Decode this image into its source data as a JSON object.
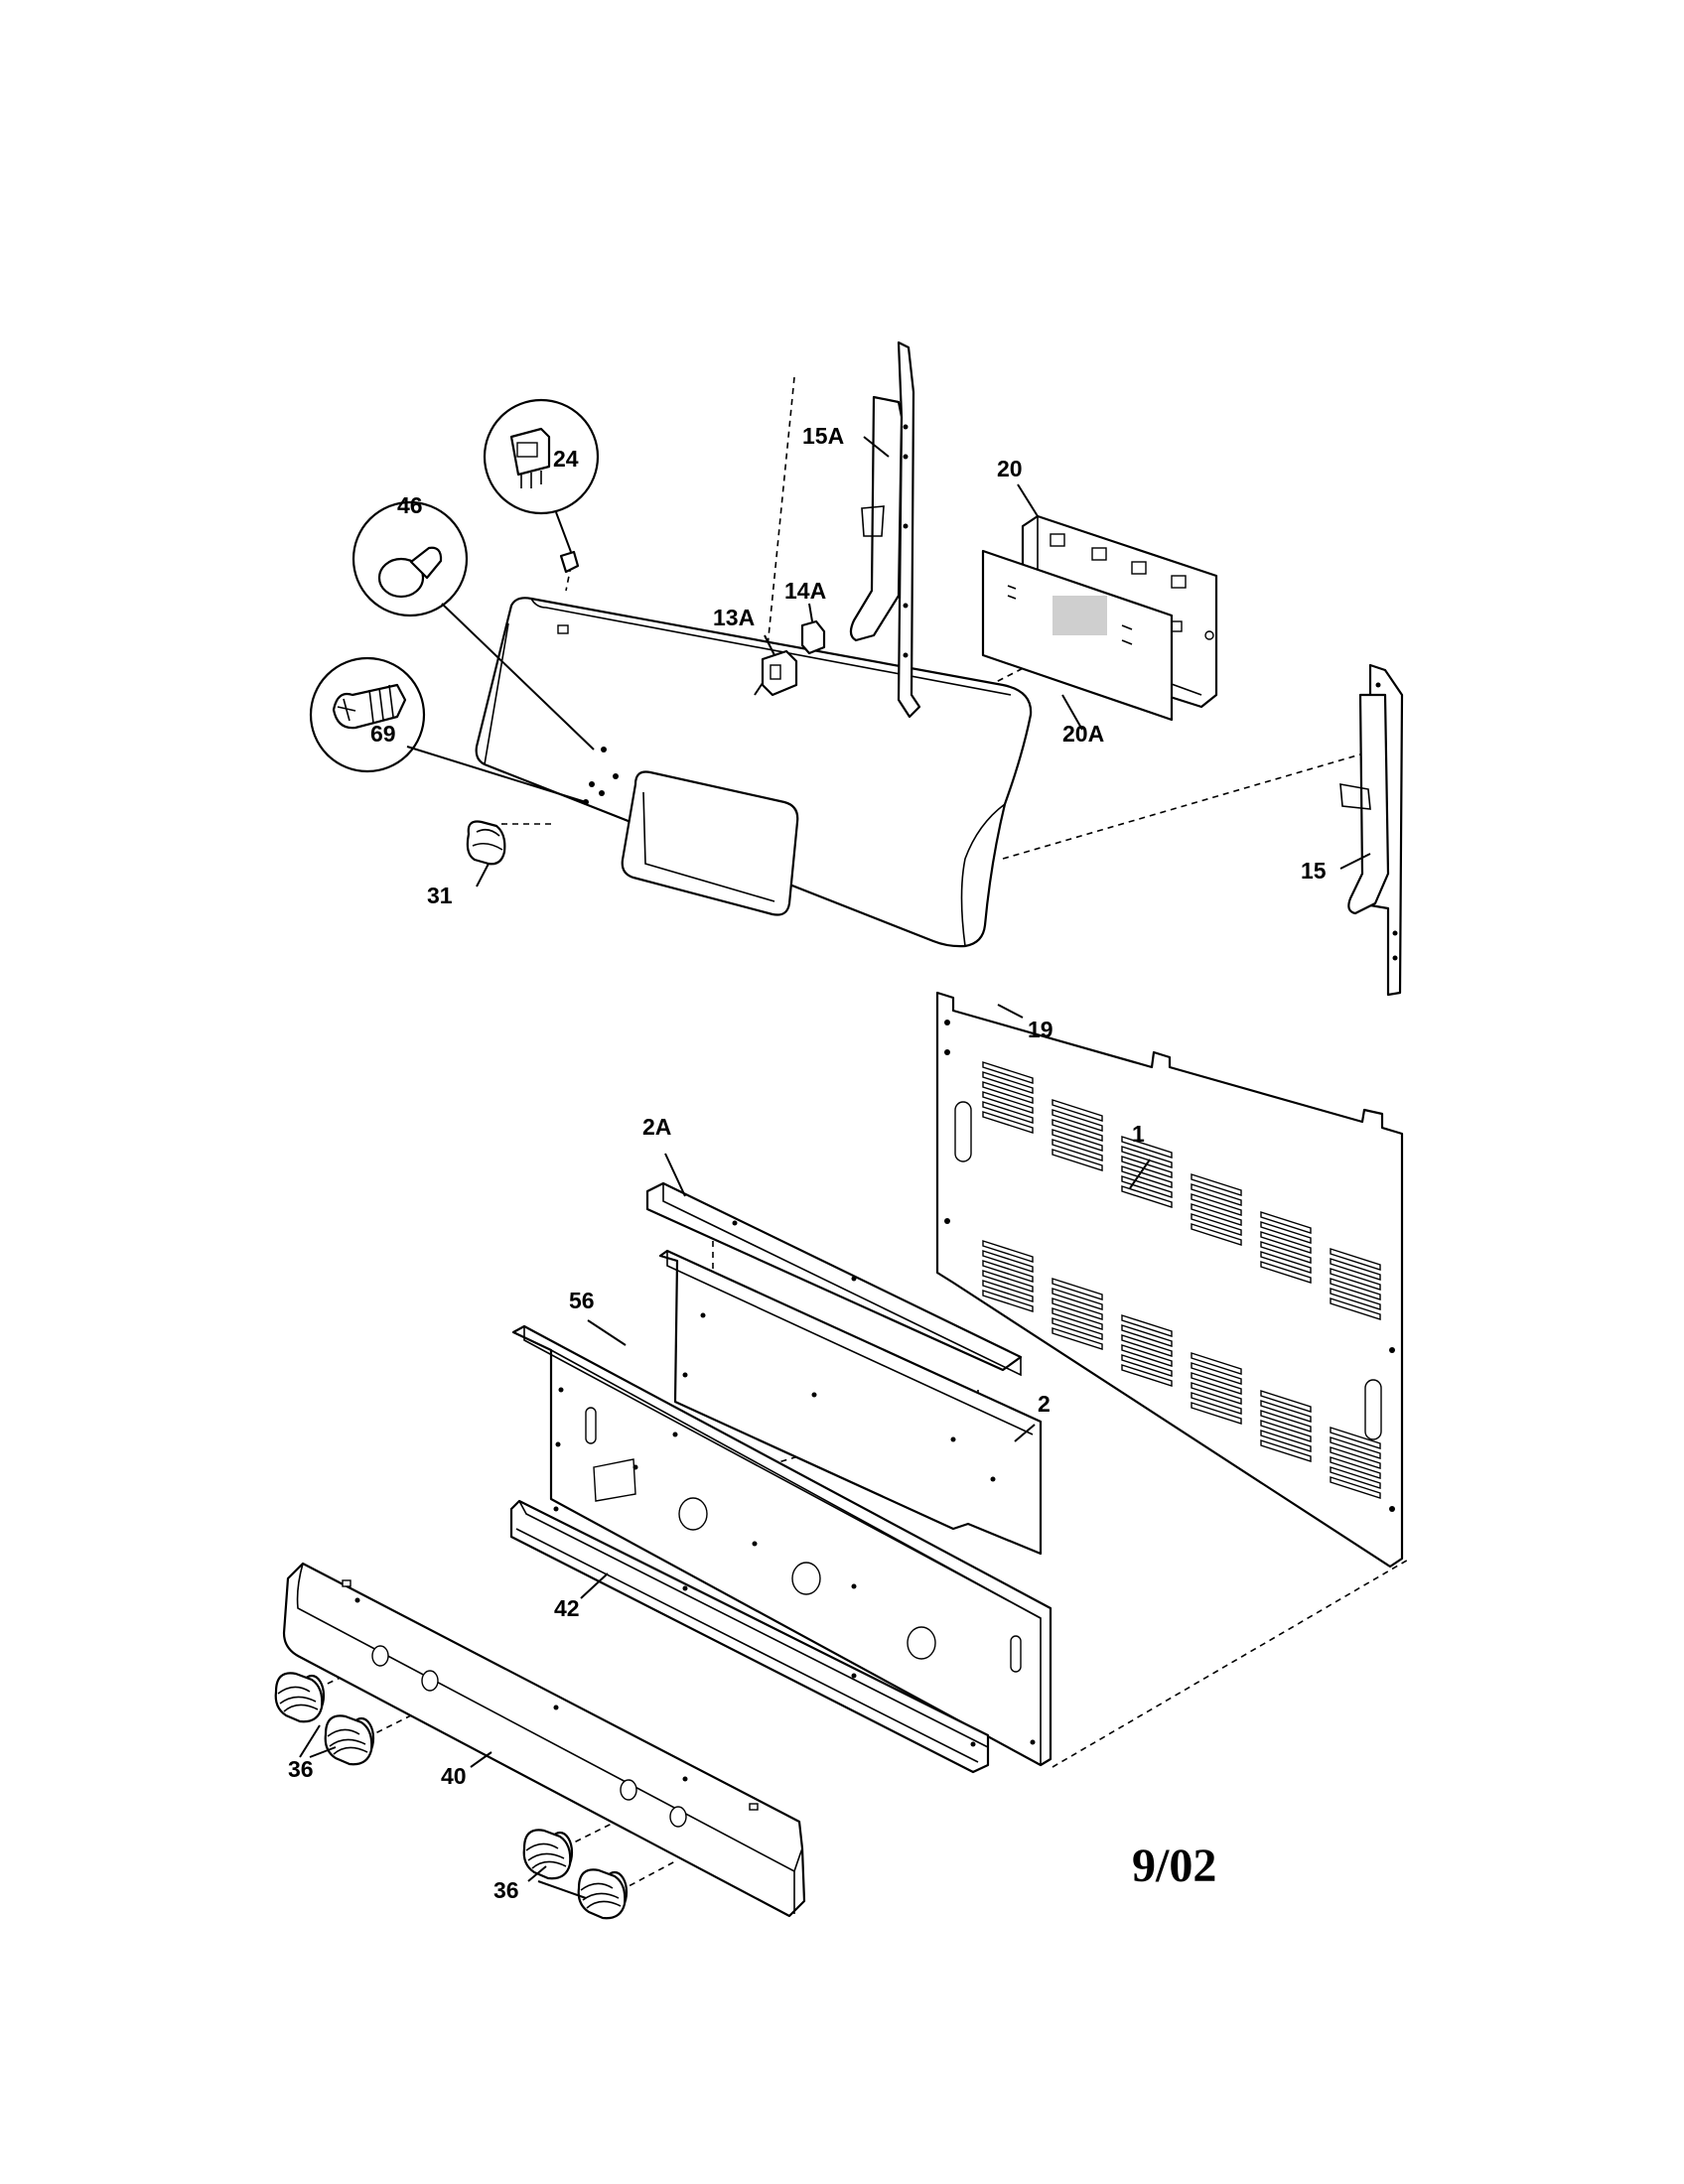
{
  "diagram": {
    "callouts": {
      "p1": "1",
      "p2": "2",
      "p2A": "2A",
      "p13A": "13A",
      "p14A": "14A",
      "p15": "15",
      "p15A": "15A",
      "p19": "19",
      "p20": "20",
      "p20A": "20A",
      "p24": "24",
      "p31": "31",
      "p36a": "36",
      "p36b": "36",
      "p40": "40",
      "p42": "42",
      "p46": "46",
      "p56": "56",
      "p69": "69"
    },
    "revision_date": "9/02"
  }
}
